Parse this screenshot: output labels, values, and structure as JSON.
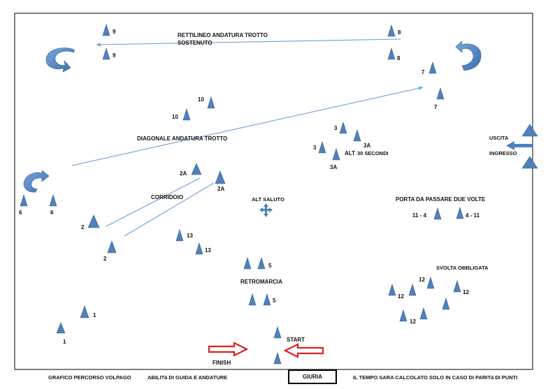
{
  "colors": {
    "cone": "#4f81bd",
    "path": "#6fa0d6",
    "red_arrow": "#e02020",
    "border": "#000000"
  },
  "labels": {
    "n9a": "9",
    "n9b": "9",
    "n8a": "8",
    "n8b": "8",
    "n7a": "7",
    "n7b": "7",
    "n10a": "10",
    "n10b": "10",
    "n3a": "3",
    "n3b": "3",
    "n3Aa": "3A",
    "n3Ab": "3A",
    "alt": "ALT",
    "alt_seconds": "30 SECONDI",
    "n2Aa": "2A",
    "n2Ab": "2A",
    "n6a": "6",
    "n6b": "6",
    "n2a": "2",
    "n2b": "2",
    "n13a": "13",
    "n13b": "13",
    "n5a": "5",
    "n5b": "5",
    "n1a": "1",
    "n1b": "1",
    "n12a": "12",
    "n12b": "12",
    "n12c": "12",
    "n12d": "12",
    "n11_4": "11 - 4",
    "n4_11": "4 - 11",
    "rettilineo_line1": "RETTILINEO ANDATURA TROTTO",
    "rettilineo_line2": "SOSTENUTO",
    "diagonale": "DIAGONALE ANDATURA TROTTO",
    "corridoio": "CORRIDOIO",
    "alt_saluto": "ALT SALUTO",
    "porta": "PORTA DA PASSARE DUE VOLTE",
    "svolta": "SVOLTA OBBLIGATA",
    "retromarcia": "RETROMARCIA",
    "start": "START",
    "finish": "FINISH",
    "uscita": "USCITA",
    "ingresso": "INGRESSO"
  },
  "footer": {
    "title": "GRAFICO PERCORSO VOLPAGO",
    "subtitle": "ABILITà DI GUIDA E ANDATURE",
    "giuria": "GIURIA",
    "note": "IL TEMPO SARA CALCOLATO SOLO IN CASO DI PARITà DI PUNTI"
  }
}
